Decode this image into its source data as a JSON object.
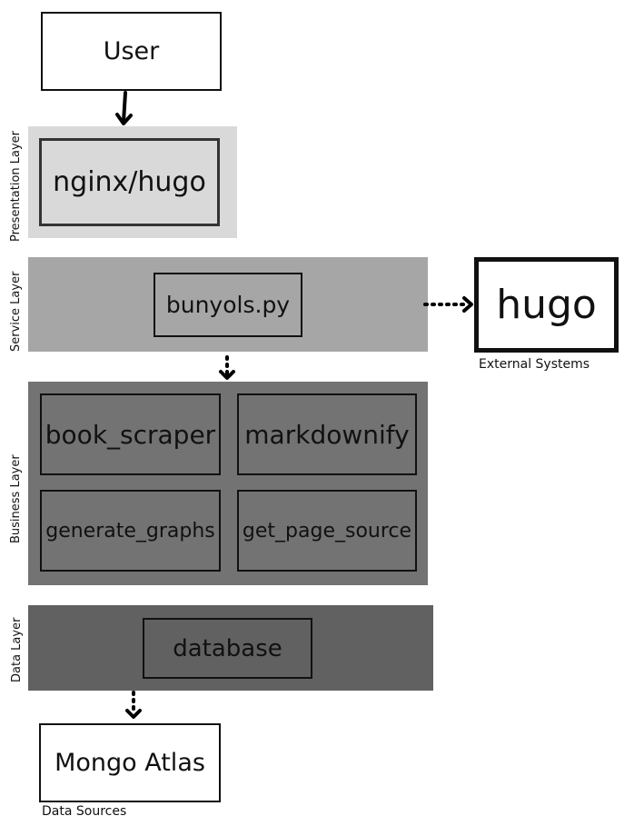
{
  "nodes": {
    "user": "User",
    "nginx_hugo": "nginx/hugo",
    "bunyols": "bunyols.py",
    "hugo_external": "hugo",
    "book_scraper": "book_scraper",
    "markdownify": "markdownify",
    "generate_graphs": "generate_graphs",
    "get_page_source": "get_page_source",
    "database": "database",
    "mongo_atlas": "Mongo Atlas"
  },
  "layers": {
    "presentation": "Presentation Layer",
    "service": "Service Layer",
    "business": "Business Layer",
    "data": "Data Layer"
  },
  "captions": {
    "external_systems": "External Systems",
    "data_sources": "Data Sources"
  },
  "colors": {
    "presentation_layer": "#d9d9d9",
    "service_layer": "#a6a6a6",
    "business_layer": "#737373",
    "data_layer": "#616161",
    "box_border": "#111111"
  }
}
